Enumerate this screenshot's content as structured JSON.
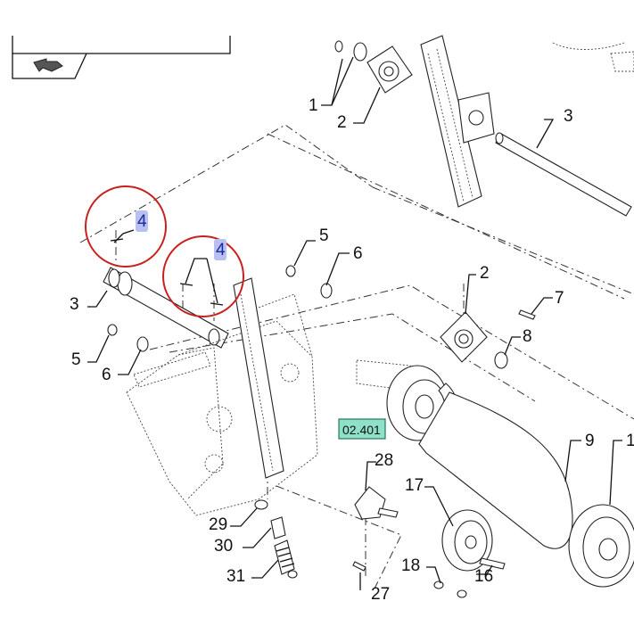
{
  "callouts": {
    "c1": "1",
    "c2a": "2",
    "c3a": "3",
    "c4a": "4",
    "c4b": "4",
    "c5a": "5",
    "c6a": "6",
    "c2b": "2",
    "c7": "7",
    "c8": "8",
    "c3b": "3",
    "c5b": "5",
    "c6b": "6",
    "c9": "9",
    "c10": "1",
    "c28": "28",
    "c17": "17",
    "c29": "29",
    "c30": "30",
    "c31": "31",
    "c18": "18",
    "c16": "16",
    "c27": "27"
  },
  "reference_tag": "02.401",
  "highlight_color": "#b9bff0",
  "marker_color": "#c8201e",
  "reference_tag_color": "#8fe0c8"
}
